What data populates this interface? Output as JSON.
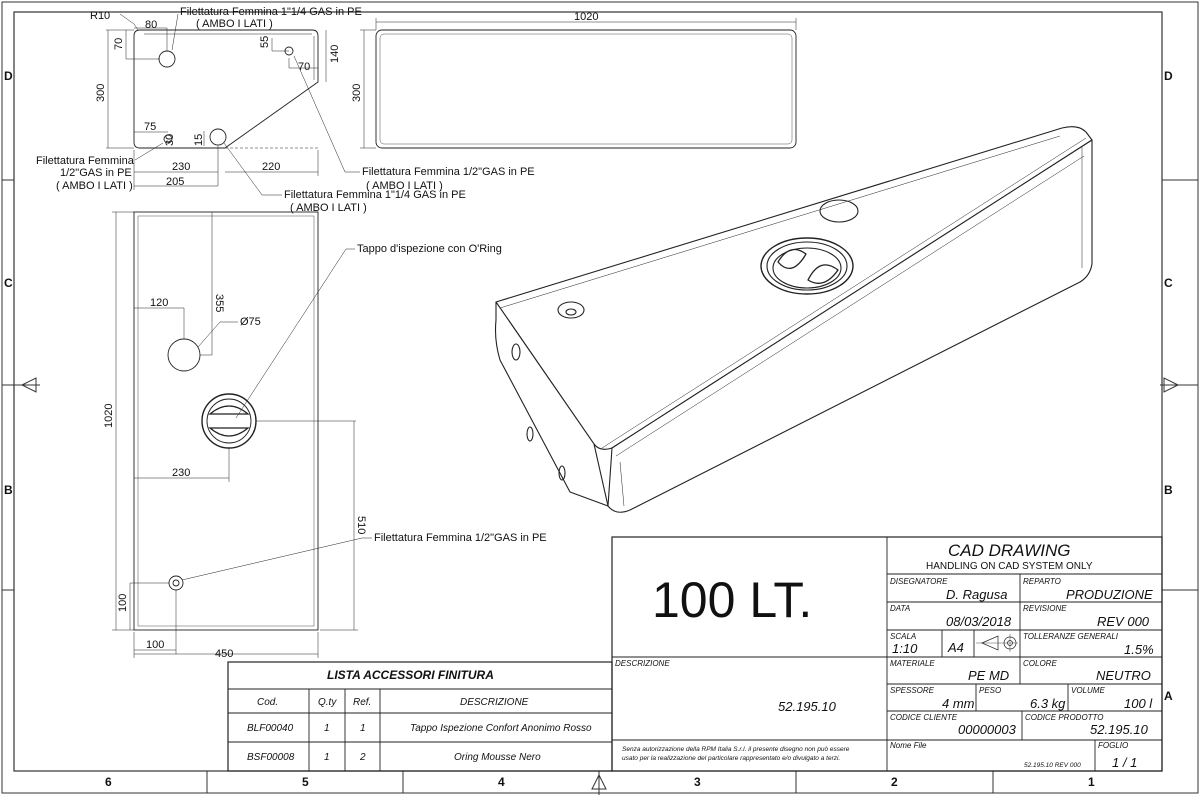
{
  "zones": {
    "rows": [
      "D",
      "C",
      "B",
      "A"
    ],
    "cols": [
      "6",
      "5",
      "4",
      "3",
      "2",
      "1"
    ]
  },
  "top_view": {
    "dims": {
      "r10": "R10",
      "d80": "80",
      "d70a": "70",
      "d300": "300",
      "d75": "75",
      "d15": "15",
      "d230": "230",
      "d205": "205",
      "d220": "220",
      "d55": "55",
      "d140": "140",
      "d70b": "70",
      "d30": "30"
    },
    "notes": {
      "top_fitting_line1": "Filettatura Femmina 1\"1/4 GAS in PE",
      "top_fitting_line2": "( AMBO I LATI )",
      "left_fitting_line1": "Filettatura Femmina",
      "left_fitting_line2": "1/2\"GAS in PE",
      "left_fitting_line3": "( AMBO I LATI )",
      "bottom_fitting_line1": "Filettatura Femmina 1\"1/4 GAS in PE",
      "bottom_fitting_line2": "( AMBO I LATI )"
    }
  },
  "side_view": {
    "dims": {
      "length": "1020",
      "height": "300"
    },
    "notes": {
      "fitting_line1": "Filettatura Femmina 1/2\"GAS in PE",
      "fitting_line2": "( AMBO I LATI )"
    }
  },
  "plan_view": {
    "dims": {
      "length": "1020",
      "width": "450",
      "d355": "355",
      "d120": "120",
      "diameter": "Ø75",
      "d230": "230",
      "d510": "510",
      "d100a": "100",
      "d100b": "100"
    },
    "notes": {
      "cap": "Tappo d'ispezione con O'Ring",
      "fitting": "Filettatura Femmina 1/2\"GAS in PE"
    }
  },
  "title_block": {
    "big_title": "100 LT.",
    "heading": "CAD  DRAWING",
    "subheading": "HANDLING  ON  CAD SYSTEM  ONLY",
    "labels": {
      "designer": "DISEGNATORE",
      "department": "REPARTO",
      "date": "DATA",
      "revision": "REVISIONE",
      "scale": "SCALA",
      "tolerances": "TOLLERANZE GENERALI",
      "description": "DESCRIZIONE",
      "material": "MATERIALE",
      "color": "COLORE",
      "thickness": "SPESSORE",
      "weight": "PESO",
      "volume": "VOLUME",
      "client_code": "CODICE CLIENTE",
      "product_code": "CODICE PRODOTTO",
      "file_name": "Nome File",
      "sheet": "FOGLIO"
    },
    "values": {
      "designer": "D. Ragusa",
      "department": "PRODUZIONE",
      "date": "08/03/2018",
      "revision": "REV 000",
      "scale": "1:10",
      "paper": "A4",
      "tolerance": "1.5%",
      "description": "52.195.10",
      "material": "PE MD",
      "color": "NEUTRO",
      "thickness": "4 mm",
      "weight": "6.3 kg",
      "volume": "100 l",
      "client_code": "00000003",
      "product_code": "52.195.10",
      "file_name": "52.195.10 REV 000",
      "sheet": "1 / 1"
    },
    "disclaimer_line1": "Senza autorizzazione della RPM Italia S.r.l. il presente disegno non può essere",
    "disclaimer_line2": "usato per la realizzazione del particolare rappresentato e/o divulgato a terzi."
  },
  "accessories": {
    "title": "LISTA ACCESSORI FINITURA",
    "headers": [
      "Cod.",
      "Q.ty",
      "Ref.",
      "DESCRIZIONE"
    ],
    "rows": [
      [
        "BLF00040",
        "1",
        "1",
        "Tappo Ispezione Confort Anonimo Rosso"
      ],
      [
        "BSF00008",
        "1",
        "2",
        "Oring Mousse Nero"
      ]
    ]
  }
}
